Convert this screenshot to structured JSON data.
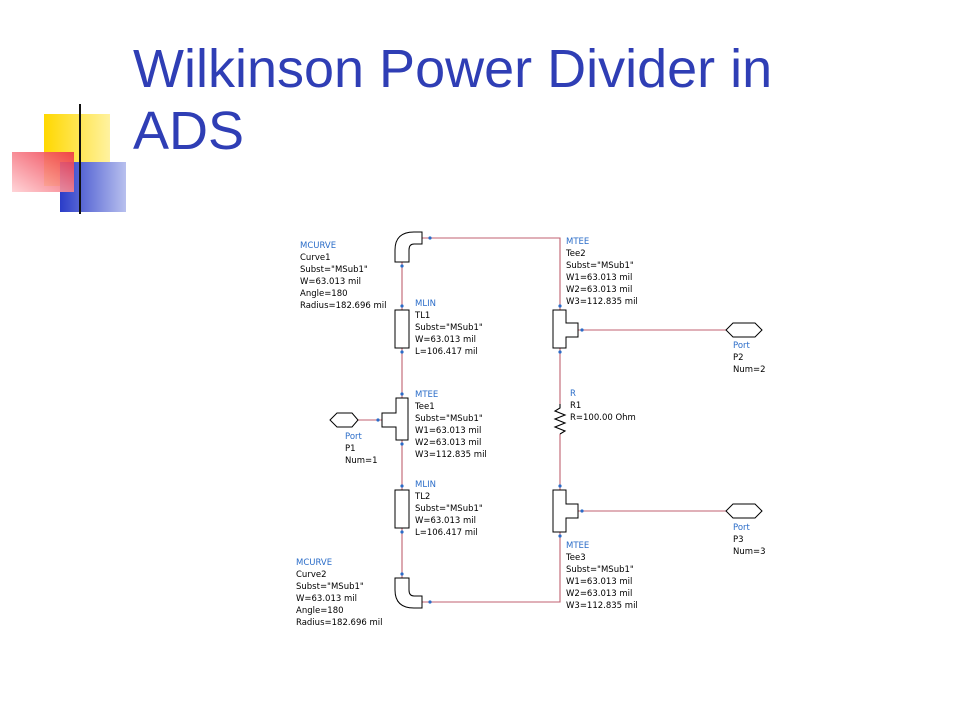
{
  "slide": {
    "title_line1": "Wilkinson Power Divider in",
    "title_line2": "ADS"
  },
  "colors": {
    "title": "#2f3eb5",
    "wire": "#c06070",
    "type_label": "#2a6cc8",
    "deco_yellow": "#ffd800",
    "deco_blue": "#3348d0",
    "deco_red": "#ee4455"
  },
  "components": {
    "curve1": [
      "MCURVE",
      "Curve1",
      "Subst=\"MSub1\"",
      "W=63.013 mil",
      "Angle=180",
      "Radius=182.696 mil"
    ],
    "tl1": [
      "MLIN",
      "TL1",
      "Subst=\"MSub1\"",
      "W=63.013 mil",
      "L=106.417 mil"
    ],
    "tee1": [
      "MTEE",
      "Tee1",
      "Subst=\"MSub1\"",
      "W1=63.013 mil",
      "W2=63.013 mil",
      "W3=112.835 mil"
    ],
    "tl2": [
      "MLIN",
      "TL2",
      "Subst=\"MSub1\"",
      "W=63.013 mil",
      "L=106.417 mil"
    ],
    "curve2": [
      "MCURVE",
      "Curve2",
      "Subst=\"MSub1\"",
      "W=63.013 mil",
      "Angle=180",
      "Radius=182.696 mil"
    ],
    "tee2": [
      "MTEE",
      "Tee2",
      "Subst=\"MSub1\"",
      "W1=63.013 mil",
      "W2=63.013 mil",
      "W3=112.835 mil"
    ],
    "r1": [
      "R",
      "R1",
      "R=100.00 Ohm"
    ],
    "tee3": [
      "MTEE",
      "Tee3",
      "Subst=\"MSub1\"",
      "W1=63.013 mil",
      "W2=63.013 mil",
      "W3=112.835 mil"
    ],
    "p1": [
      "Port",
      "P1",
      "Num=1"
    ],
    "p2": [
      "Port",
      "P2",
      "Num=2"
    ],
    "p3": [
      "Port",
      "P3",
      "Num=3"
    ]
  }
}
